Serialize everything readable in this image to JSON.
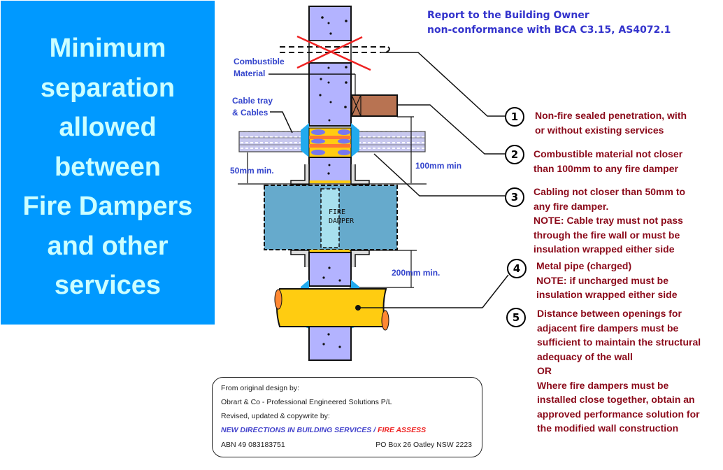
{
  "panel": {
    "title_lines": [
      "Minimum",
      "separation",
      "allowed",
      "between",
      "Fire Dampers",
      "and other",
      "services"
    ],
    "background_color": "#0099ff",
    "text_color": "#ccffff"
  },
  "report": {
    "line1": "Report to the Building Owner",
    "line2": "non-conformance with BCA C3.15, AS4072.1",
    "color": "#3333cc"
  },
  "diagram": {
    "labels": {
      "combustible_material_line1": "Combustible",
      "combustible_material_line2": "Material",
      "cable_tray_line1": "Cable tray",
      "cable_tray_line2": "& Cables",
      "min_50": "50mm min.",
      "min_100": "100mm min",
      "min_200": "200mm min.",
      "fire_damper_line1": "FIRE",
      "fire_damper_line2": "DAMPER"
    },
    "colors": {
      "wall": "#b3b3ff",
      "damper_body": "#66aacc",
      "damper_blade": "#a8e0ee",
      "combustible": "#b87352",
      "pipe": "#ffcc11",
      "pipe_end": "#ff8833",
      "sealant": "#22aaee",
      "cross_out": "#ee2222"
    }
  },
  "notes": [
    {
      "number": "1",
      "lines": [
        "Non-fire sealed penetration, with",
        "or without existing services"
      ]
    },
    {
      "number": "2",
      "lines": [
        "Combustible material not closer",
        "than 100mm to any fire damper"
      ]
    },
    {
      "number": "3",
      "lines": [
        "Cabling not closer than 50mm to",
        "any fire damper.",
        "NOTE: Cable tray must not pass",
        "through the fire wall or must be",
        "insulation wrapped either side"
      ]
    },
    {
      "number": "4",
      "lines": [
        "Metal pipe (charged)",
        "NOTE: if uncharged must be",
        "insulation wrapped either side"
      ]
    },
    {
      "number": "5",
      "lines": [
        "Distance between openings for",
        "adjacent fire dampers must be",
        "sufficient to maintain the structural",
        "adequacy of the wall",
        "OR",
        "Where fire dampers must be",
        "installed close together, obtain an",
        "approved performance solution for",
        "the modified wall construction"
      ]
    }
  ],
  "notes_color": "#8b0a1a",
  "credit": {
    "line1": "From original design by:",
    "line2": "Obrart & Co - Professional Engineered Solutions P/L",
    "line3": "Revised, updated & copywrite by:",
    "brand_blue": "NEW DIRECTIONS IN BUILDING SERVICES /",
    "brand_red": "FIRE ASSESS",
    "abn": "ABN 49 083183751",
    "address": "PO Box 26 Oatley NSW 2223"
  }
}
